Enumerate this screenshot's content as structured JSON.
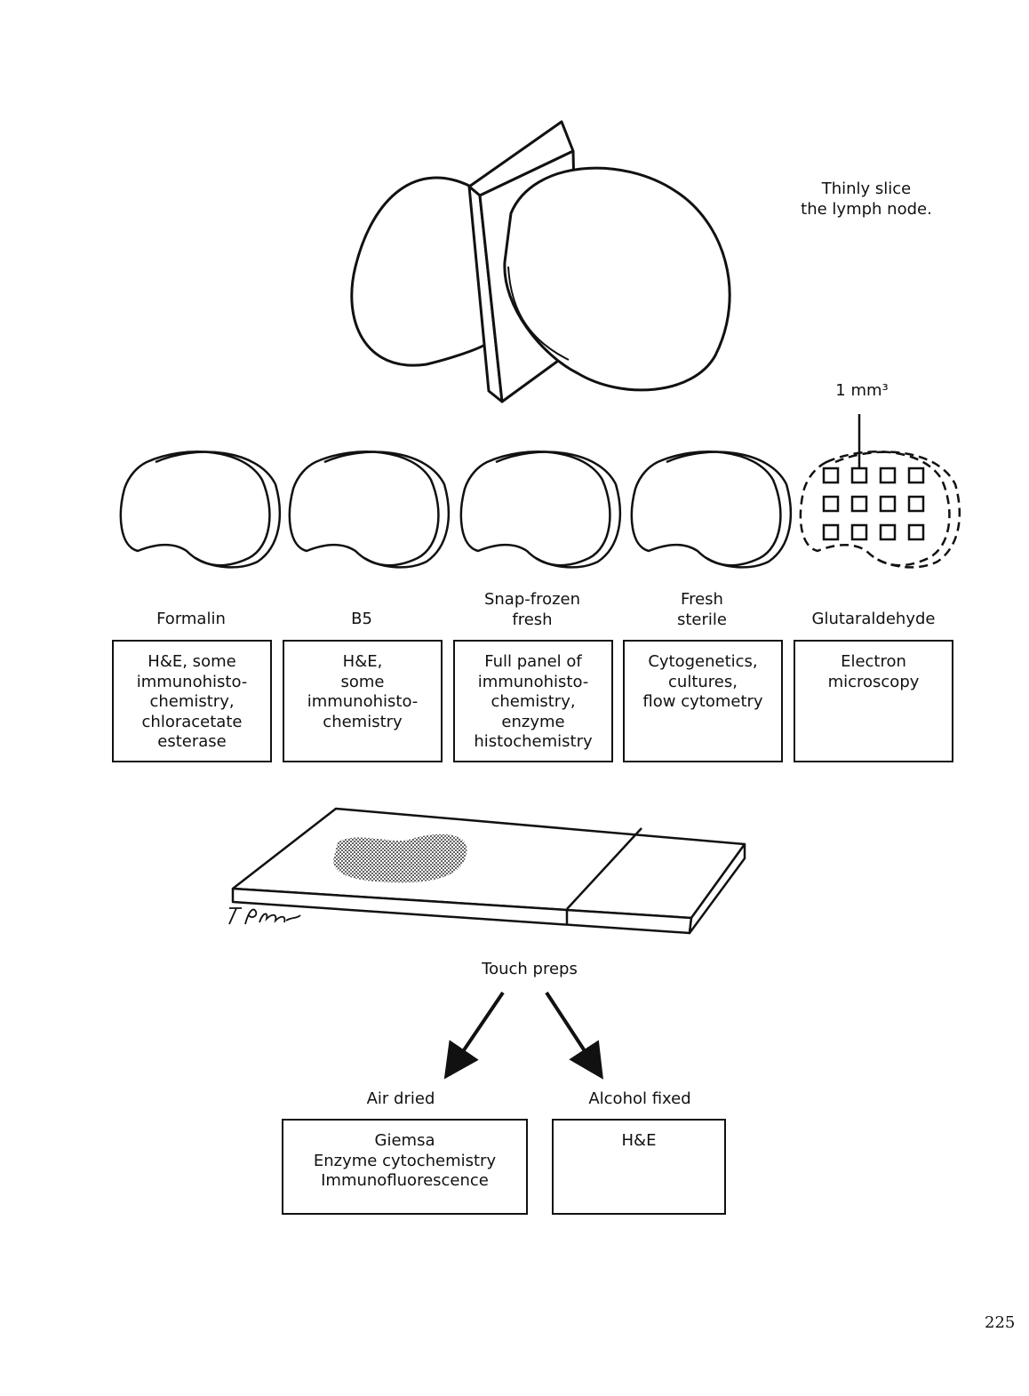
{
  "instruction": [
    "Thinly slice",
    "the lymph node."
  ],
  "sample_size_label": "1 mm³",
  "fixatives": [
    {
      "label": [
        "Formalin"
      ],
      "uses": [
        "H&E, some",
        "immunohisto-",
        "chemistry,",
        "chloracetate",
        "esterase"
      ]
    },
    {
      "label": [
        "B5"
      ],
      "uses": [
        "H&E,",
        "some",
        "immunohisto-",
        "chemistry"
      ]
    },
    {
      "label": [
        "Snap-frozen",
        "fresh"
      ],
      "uses": [
        "Full panel of",
        "immunohisto-",
        "chemistry,",
        "enzyme",
        "histochemistry"
      ]
    },
    {
      "label": [
        "Fresh",
        "sterile"
      ],
      "uses": [
        "Cytogenetics,",
        "cultures,",
        "flow cytometry"
      ]
    },
    {
      "label": [
        "Glutaraldehyde"
      ],
      "uses": [
        "Electron",
        "microscopy"
      ]
    }
  ],
  "touch_preps_label": "Touch preps",
  "preps": [
    {
      "label": "Air dried",
      "uses": [
        "Giemsa",
        "Enzyme cytochemistry",
        "Immunofluorescence"
      ]
    },
    {
      "label": "Alcohol fixed",
      "uses": [
        "H&E"
      ]
    }
  ],
  "page_number": "225"
}
